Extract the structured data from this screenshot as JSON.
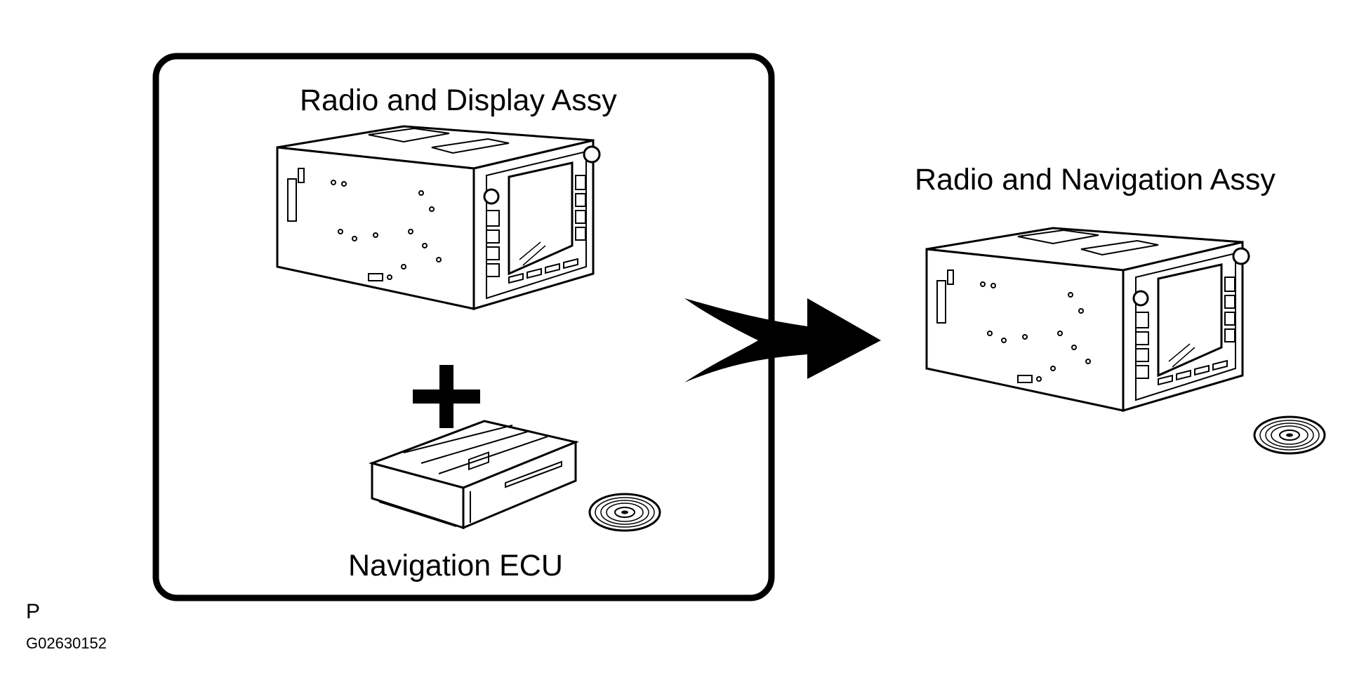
{
  "left_group": {
    "top_label": "Radio and Display Assy",
    "bottom_label": "Navigation ECU",
    "components": [
      "radio-display-unit",
      "plus-sign",
      "navigation-ecu-box",
      "map-disc"
    ]
  },
  "right_group": {
    "label": "Radio and Navigation Assy",
    "components": [
      "radio-navigation-unit",
      "map-disc"
    ]
  },
  "flow": {
    "direction": "left-to-right"
  },
  "footer": {
    "marker": "P",
    "figure_code": "G02630152"
  }
}
